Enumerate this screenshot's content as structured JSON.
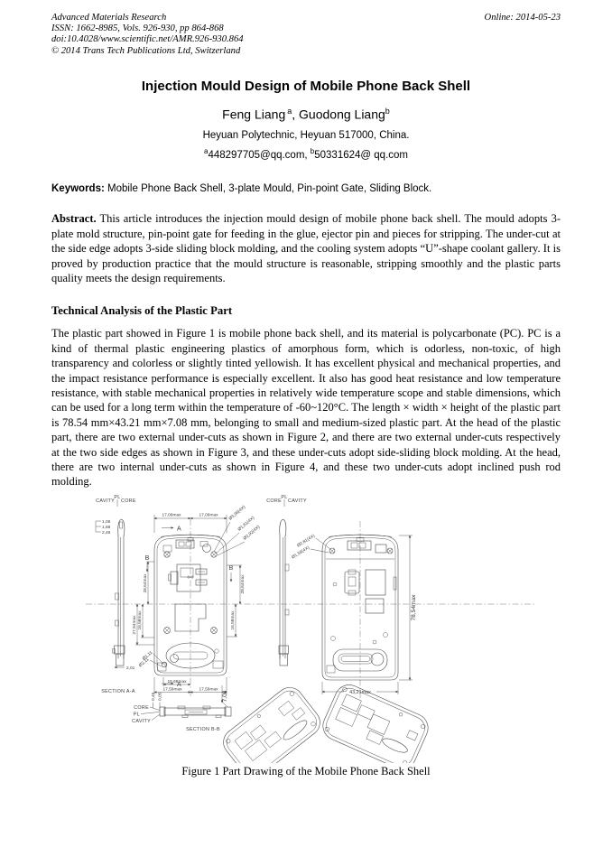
{
  "header": {
    "journal": "Advanced Materials Research",
    "issn_line": "ISSN: 1662-8985, Vols. 926-930, pp 864-868",
    "doi_line": "doi:10.4028/www.scientific.net/AMR.926-930.864",
    "copyright_line": "© 2014 Trans Tech Publications Ltd, Switzerland",
    "online_date": "Online: 2014-05-23"
  },
  "article": {
    "title": "Injection Mould Design of Mobile Phone Back Shell",
    "authors": [
      {
        "name": "Feng Liang",
        "sup": "a"
      },
      {
        "name": "Guodong Liang",
        "sup": "b"
      }
    ],
    "authors_separator": ", ",
    "affiliation": "Heyuan Polytechnic, Heyuan 517000, China.",
    "emails": [
      {
        "sup": "a",
        "address": "448297705@qq.com"
      },
      {
        "sup": "b",
        "address": "50331624@ qq.com"
      }
    ],
    "emails_separator": ", ",
    "keywords_label": "Keywords:",
    "keywords_text": " Mobile Phone Back Shell, 3-plate Mould, Pin-point Gate, Sliding Block.",
    "abstract_label": "Abstract.",
    "abstract_text": " This article introduces the injection mould design of mobile phone back shell. The mould adopts 3-plate mold structure, pin-point gate for feeding in the glue, ejector pin and pieces for stripping. The under-cut at the side edge adopts 3-side sliding block molding, and the cooling system adopts “U”-shape coolant gallery. It is proved by production practice that the mould structure is reasonable, stripping smoothly and the plastic parts quality meets the design requirements.",
    "section_heading": "Technical Analysis of the Plastic Part",
    "body_text": "The plastic part showed in Figure 1 is mobile phone back shell, and its material is polycarbonate (PC). PC is a kind of thermal plastic engineering plastics of amorphous form, which is odorless, non-toxic, of high transparency and colorless or slightly tinted yellowish. It has excellent physical and mechanical properties, and the impact resistance performance is especially excellent. It also has good heat resistance and low temperature resistance, with stable mechanical properties in relatively wide temperature scope and stable dimensions, which can be used for a long term within the temperature of -60~120°C. The length × width × height of the plastic part is 78.54 mm×43.21 mm×7.08 mm, belonging to small and medium-sized plastic part. At the head of the plastic part, there are two external under-cuts as shown in Figure 2, and there are two external under-cuts respectively at the two side edges as shown in Figure 3, and these under-cuts adopt side-sliding block molding. At the head, there are two internal under-cuts as shown in Figure 4, and these two under-cuts adopt inclined push rod molding."
  },
  "figure": {
    "caption": "Figure 1 Part Drawing of the Mobile Phone Back Shell",
    "side_left": {
      "cavity": "CAVITY",
      "pl": "PL",
      "core": "CORE",
      "d1": "1,06",
      "d2": "1,86",
      "d3": "2,46",
      "d4": "2,01",
      "section": "SECTION A-A"
    },
    "front": {
      "top_l": "17,09max",
      "top_r": "17,09max",
      "a_top": "A",
      "a_bot": "A",
      "b_l": "B",
      "b_r": "B",
      "dia1": "Ø3,98(4X)",
      "dia2": "Ø1,61(4X)",
      "dia3": "Ø2,92(4X)",
      "l1": "28,64max",
      "l2": "16,58max",
      "l3": "27,94max",
      "r1": "28,64max",
      "r2": "16,58max",
      "dia4": "Ø1,11",
      "dia5": "Ø2,11",
      "b1": "16,68max",
      "b2": "17,59max",
      "b3": "17,59max"
    },
    "side_right": {
      "core": "CORE",
      "pl": "PL",
      "cavity": "CAVITY"
    },
    "back": {
      "dia1": "Ø2,81(4X)",
      "dia2": "Ø1,59(4X)",
      "h": "78,54max",
      "w": "43,21max"
    },
    "section_b": {
      "pl": "PL",
      "core": "CORE",
      "cavity": "CAVITY",
      "t1": "0,45",
      "t2": "0,05",
      "d": "7,08",
      "label": "SECTION B-B"
    }
  }
}
